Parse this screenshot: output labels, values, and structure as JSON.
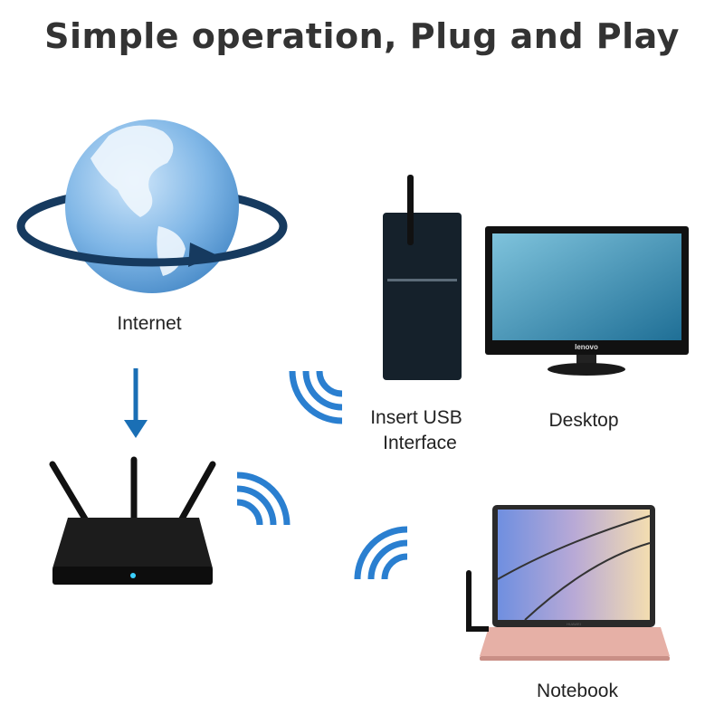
{
  "title": "Simple operation, Plug and Play",
  "labels": {
    "internet": "Internet",
    "usb_line1": "Insert USB",
    "usb_line2": "Interface",
    "desktop": "Desktop",
    "notebook": "Notebook"
  },
  "logos": {
    "monitor_brand": "lenovo",
    "laptop_brand": "HUAWEI"
  },
  "colors": {
    "wifi_blue": "#2a7fd0",
    "arrow_blue": "#1a6fb5",
    "orbit_navy": "#163a5f",
    "globe_blue": "#7fb6e6",
    "title_text": "#333333"
  }
}
